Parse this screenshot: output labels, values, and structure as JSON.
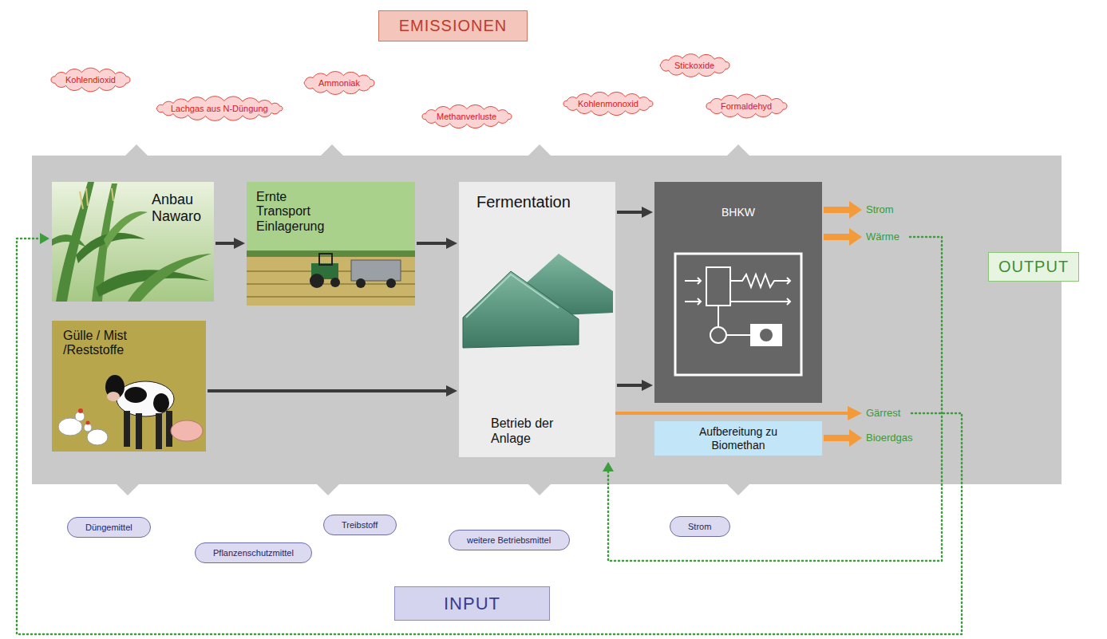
{
  "diagram": {
    "nodes": [
      {
        "text": [
          "EMISSIONEN"
        ]
      },
      {
        "text": [
          "Kohlendioxid"
        ]
      },
      {
        "text": [
          "Lachgas aus N-Düngung"
        ]
      },
      {
        "text": [
          "Ammoniak"
        ]
      },
      {
        "text": [
          "Methanverluste"
        ]
      },
      {
        "text": [
          "Kohlenmonoxid"
        ]
      },
      {
        "text": [
          "Stickoxide"
        ]
      },
      {
        "text": [
          "Formaldehyd"
        ]
      },
      {
        "text": [
          "Anbau Nawaro"
        ]
      },
      {
        "text": [
          "Ernte Transport Einlagerung"
        ]
      },
      {
        "text": [
          "Fermentation",
          "Betrieb der Anlage"
        ]
      },
      {
        "text": [
          "BHKW"
        ]
      },
      {
        "text": [
          "OUTPUT"
        ]
      },
      {
        "text": [
          "Gülle / Mist /Reststoffe"
        ]
      },
      {
        "text": [
          "Aufbereitung zu Biomethan"
        ]
      },
      {
        "text": [
          "Düngemittel"
        ]
      },
      {
        "text": [
          "Pflanzenschutzmittel"
        ]
      },
      {
        "text": [
          "Treibstoff"
        ]
      },
      {
        "text": [
          "weitere Betriebsmittel"
        ]
      },
      {
        "text": [
          "Strom"
        ]
      },
      {
        "text": [
          "INPUT"
        ]
      }
    ],
    "edges": [
      {
        "from": 8,
        "to": 9,
        "arrow": "to"
      },
      {
        "from": 9,
        "to": 10,
        "arrow": "to"
      },
      {
        "from": 10,
        "to": 11,
        "arrow": "to"
      },
      {
        "from": 13,
        "to": 10,
        "arrow": "to"
      },
      {
        "from": 10,
        "to": 11,
        "arrow": "to"
      }
    ],
    "labels": [
      "Strom",
      "Wärme",
      "Gärrest",
      "Bioerdgas"
    ]
  }
}
